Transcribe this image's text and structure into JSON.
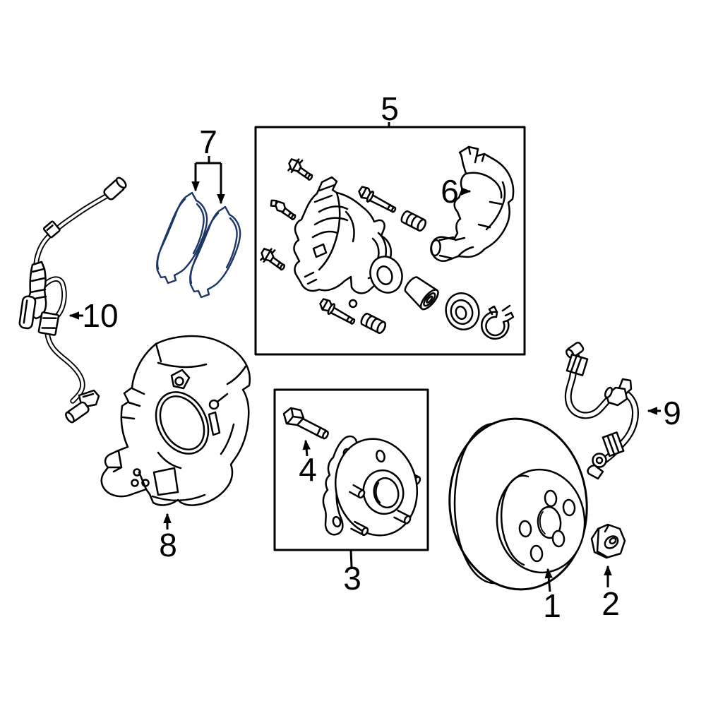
{
  "figure": {
    "background": "#ffffff",
    "line_color": "#000000",
    "pad_fill": "#4472C4",
    "pad_stroke": "#1C3666"
  },
  "callouts": {
    "brake_rotor": "1",
    "hub_nut": "2",
    "hub_bearing_box": "3",
    "hub_bolt": "4",
    "caliper_assembly_box": "5",
    "caliper_bracket": "6",
    "brake_pads": "7",
    "splash_shield": "8",
    "brake_hose": "9",
    "abs_speed_sensor": "10"
  }
}
